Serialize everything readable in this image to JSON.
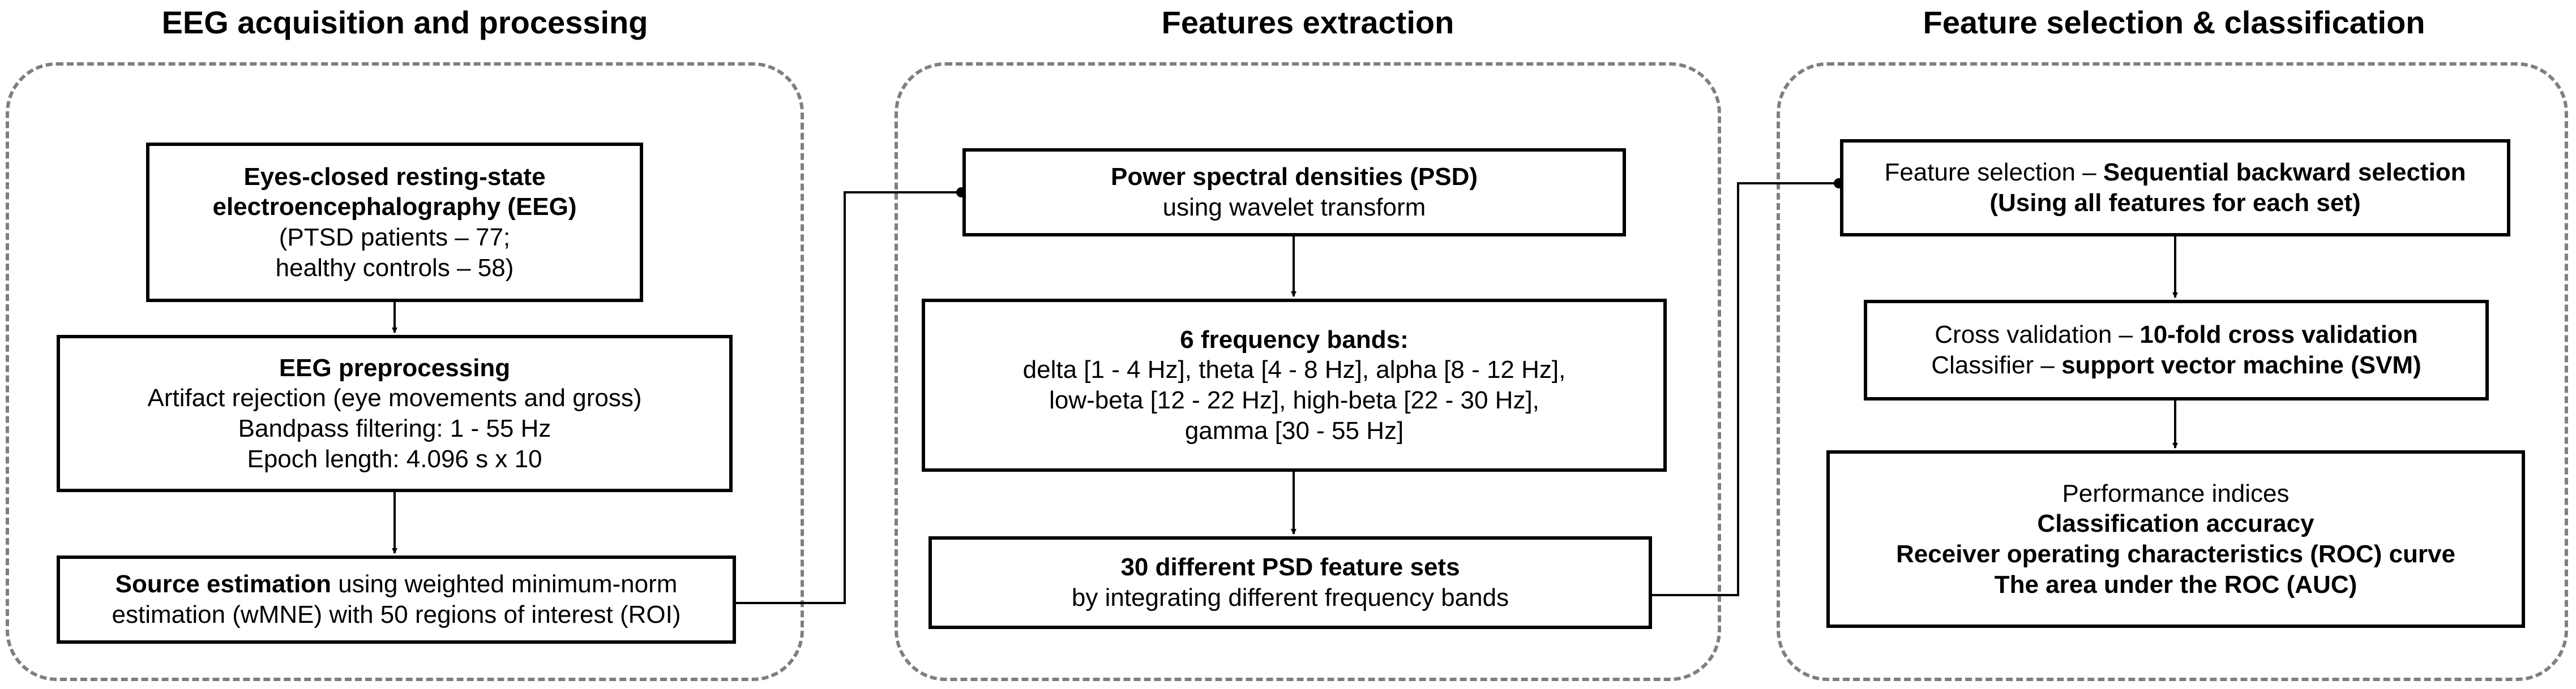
{
  "sections": [
    {
      "title": "EEG acquisition and processing"
    },
    {
      "title": "Features extraction"
    },
    {
      "title": "Feature selection & classification"
    }
  ],
  "boxes": {
    "eeg_recording": {
      "title_line1": "Eyes-closed resting-state",
      "title_line2": "electroencephalography (EEG)",
      "line3": "(PTSD patients – 77;",
      "line4": "healthy controls – 58)"
    },
    "eeg_preprocessing": {
      "title": "EEG preprocessing",
      "line2": "Artifact rejection (eye movements and gross)",
      "line3": "Bandpass filtering: 1 - 55 Hz",
      "line4": "Epoch length: 4.096 s x 10"
    },
    "source_estimation": {
      "bold_part": "Source estimation",
      "line1_rest": " using weighted minimum-norm",
      "line2": "estimation (wMNE) with 50 regions of interest (ROI)"
    },
    "psd": {
      "title": "Power spectral densities (PSD)",
      "line2": "using wavelet transform"
    },
    "frequency_bands": {
      "title": "6 frequency bands:",
      "line2": "delta [1 - 4 Hz], theta [4 - 8 Hz], alpha  [8 - 12 Hz],",
      "line3": "low-beta [12 - 22 Hz], high-beta [22 - 30 Hz],",
      "line4": "gamma [30 - 55 Hz]"
    },
    "feature_sets": {
      "title": "30 different PSD feature sets",
      "line2": "by integrating different frequency bands"
    },
    "feature_selection": {
      "prefix": "Feature selection – ",
      "bold_part": "Sequential backward selection",
      "line2": "(Using all features for each set)"
    },
    "cross_validation": {
      "prefix1": "Cross validation – ",
      "bold1": "10-fold cross validation",
      "prefix2": "Classifier – ",
      "bold2": "support vector machine (SVM)"
    },
    "performance": {
      "line1": "Performance indices",
      "line2": "Classification accuracy",
      "line3": "Receiver operating characteristics (ROC) curve",
      "line4": "The area under the ROC (AUC)"
    }
  }
}
